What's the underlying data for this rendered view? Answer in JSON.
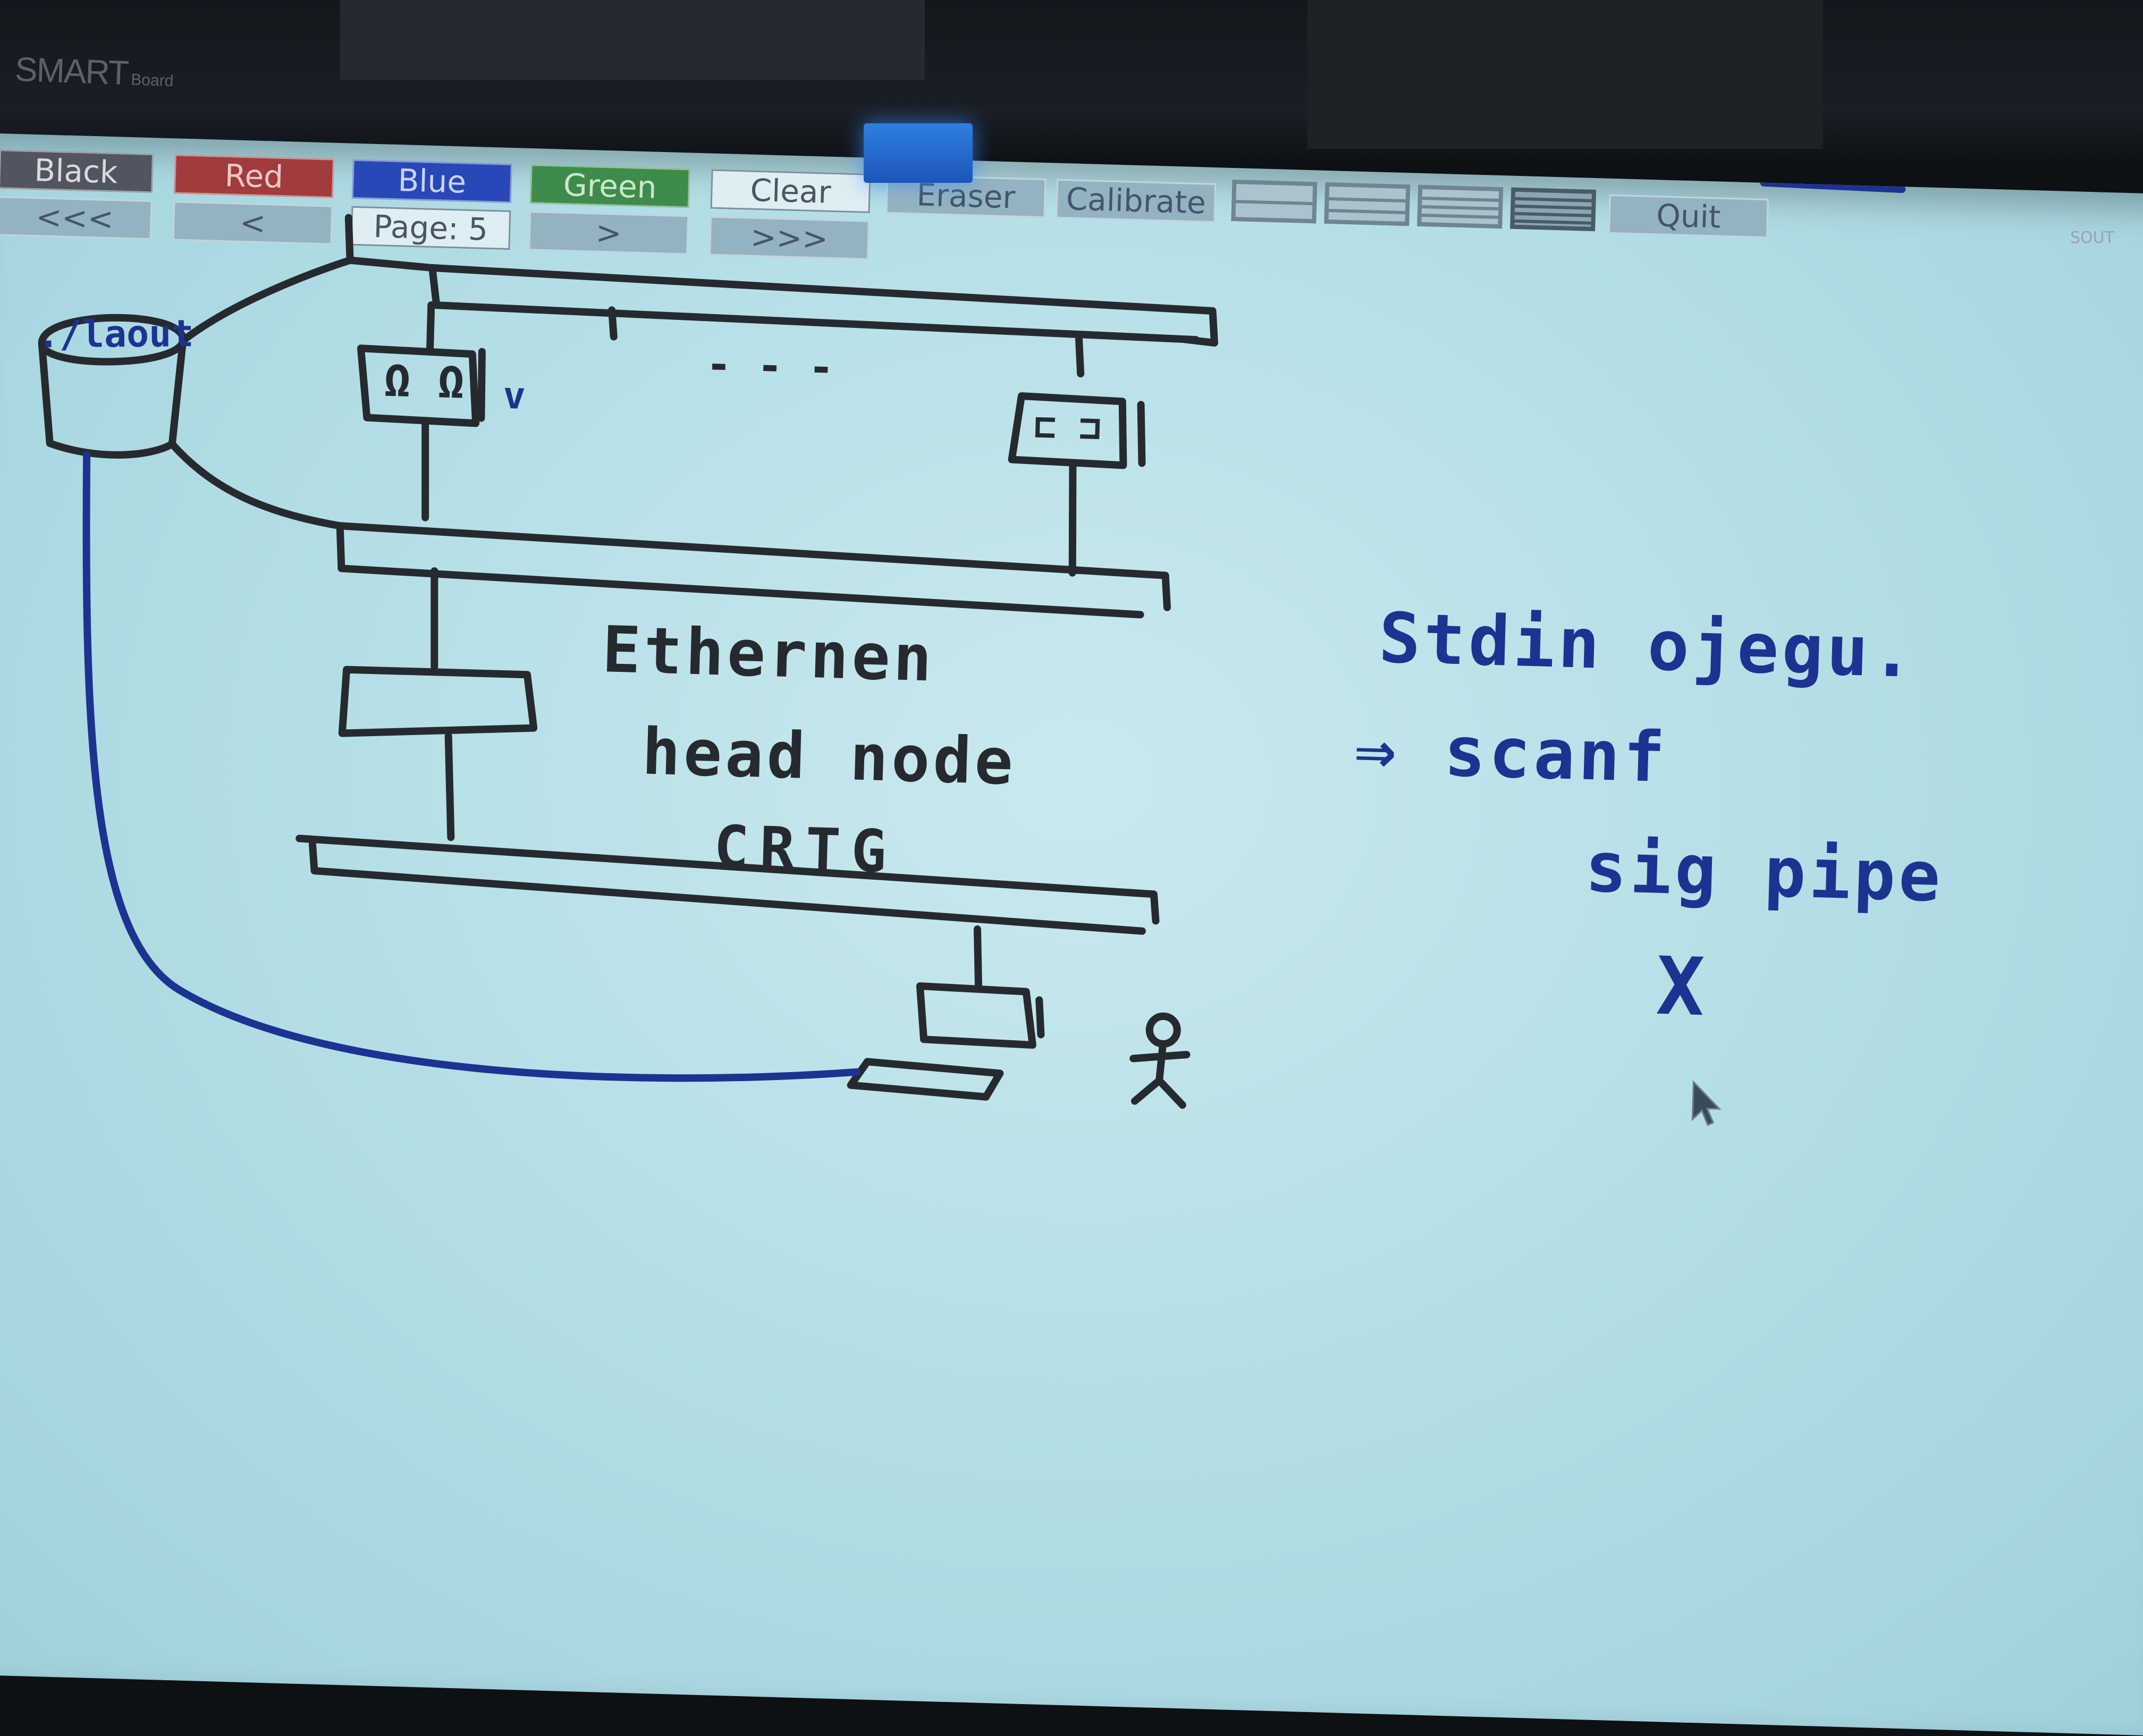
{
  "bezel": {
    "logo": "SMART",
    "logo_sub": "Board",
    "right_tag": "SOUT"
  },
  "toolbar": {
    "row1": [
      {
        "label": "Black",
        "color": "#515560"
      },
      {
        "label": "Red",
        "color": "#a13b3e"
      },
      {
        "label": "Blue",
        "color": "#2848b8"
      },
      {
        "label": "Green",
        "color": "#3f8b4b"
      },
      {
        "label": "Clear"
      },
      {
        "label": "Eraser"
      },
      {
        "label": "Calibrate"
      },
      {
        "label": "Quit"
      }
    ],
    "row2": [
      {
        "label": "<<<"
      },
      {
        "label": "<"
      },
      {
        "label": "Page: 5"
      },
      {
        "label": ">"
      },
      {
        "label": ">>>"
      }
    ],
    "layouts": [
      "layout-1",
      "layout-2",
      "layout-3",
      "layout-4"
    ]
  },
  "drawing": {
    "ink_colors": {
      "black": "#262a2f",
      "blue": "#1d3392"
    },
    "labels": {
      "jlaout": "./laout",
      "node_a": "Ω Ω",
      "node_b": "⊏ ⊐",
      "check": "v",
      "ellipsis": "- - -",
      "ethernet": "Ethernen",
      "head_node": "head node",
      "crtg": "CRTG"
    },
    "notes": [
      "Stdin ojegu.",
      "⇒  scanf",
      "sig pipe",
      "X"
    ]
  }
}
